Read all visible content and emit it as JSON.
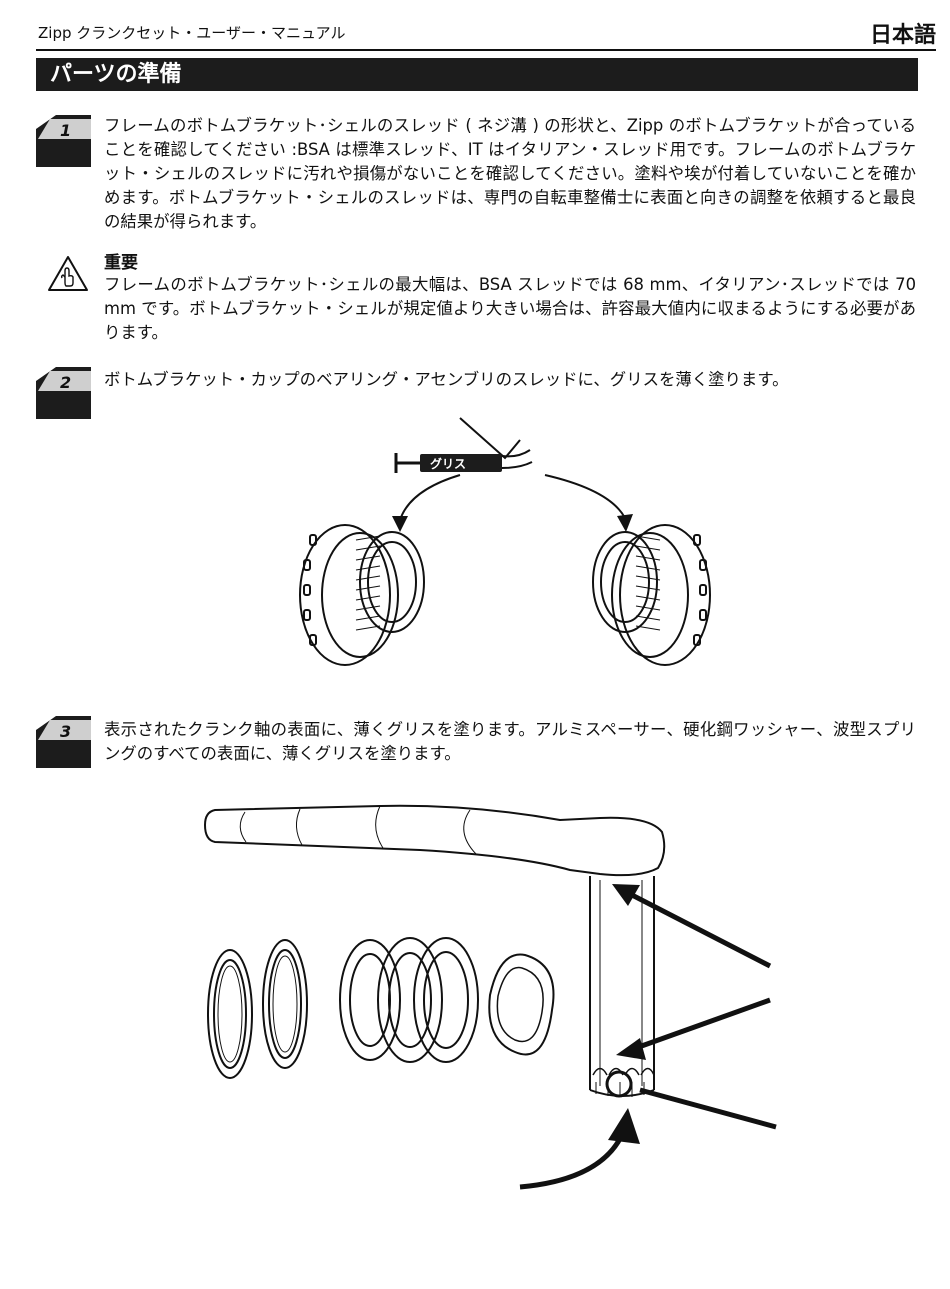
{
  "header": {
    "title": "Zipp クランクセット・ユーザー・マニュアル",
    "language": "日本語"
  },
  "section": {
    "title": "パーツの準備"
  },
  "steps": [
    {
      "number": "1",
      "text": "フレームのボトムブラケット･シェルのスレッド ( ネジ溝 ) の形状と、Zipp のボトムブラケットが合っていることを確認してください :BSA は標準スレッド、IT はイタリアン・スレッド用です。フレームのボトムブラケット・シェルのスレッドに汚れや損傷がないことを確認してください。塗料や埃が付着していないことを確かめます。ボトムブラケット・シェルのスレッドは、専門の自転車整備士に表面と向きの調整を依頼すると最良の結果が得られます。"
    },
    {
      "number": "2",
      "text": "ボトムブラケット・カップのベアリング・アセンブリのスレッドに、グリスを薄く塗ります。"
    },
    {
      "number": "3",
      "text": "表示されたクランク軸の表面に、薄くグリスを塗ります。アルミスペーサー、硬化鋼ワッシャー、波型スプリングのすべての表面に、薄くグリスを塗ります。"
    }
  ],
  "note": {
    "title": "重要",
    "text": "フレームのボトムブラケット･シェルの最大幅は、BSA スレッドでは 68 mm、イタリアン･スレッドでは 70 mm です。ボトムブラケット・シェルが規定値より大きい場合は、許容最大値内に収まるようにする必要があります。"
  },
  "figure1": {
    "grease_label": "グリス"
  }
}
